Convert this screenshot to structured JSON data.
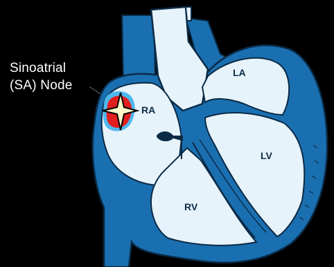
{
  "diagram": {
    "callout": {
      "line1": "Sinoatrial",
      "line2": "(SA) Node"
    },
    "chambers": {
      "right_atrium": "RA",
      "left_atrium": "LA",
      "left_ventricle": "LV",
      "right_ventricle": "RV"
    }
  },
  "colors": {
    "background": "#000000",
    "heart_wall": "#1a6fb0",
    "chamber_fill": "#e6f3fb",
    "outline": "#0b2a45",
    "sa_node": "#e21f1f",
    "sa_node_ring": "#4fb8ee",
    "star": "#fff8c8"
  }
}
